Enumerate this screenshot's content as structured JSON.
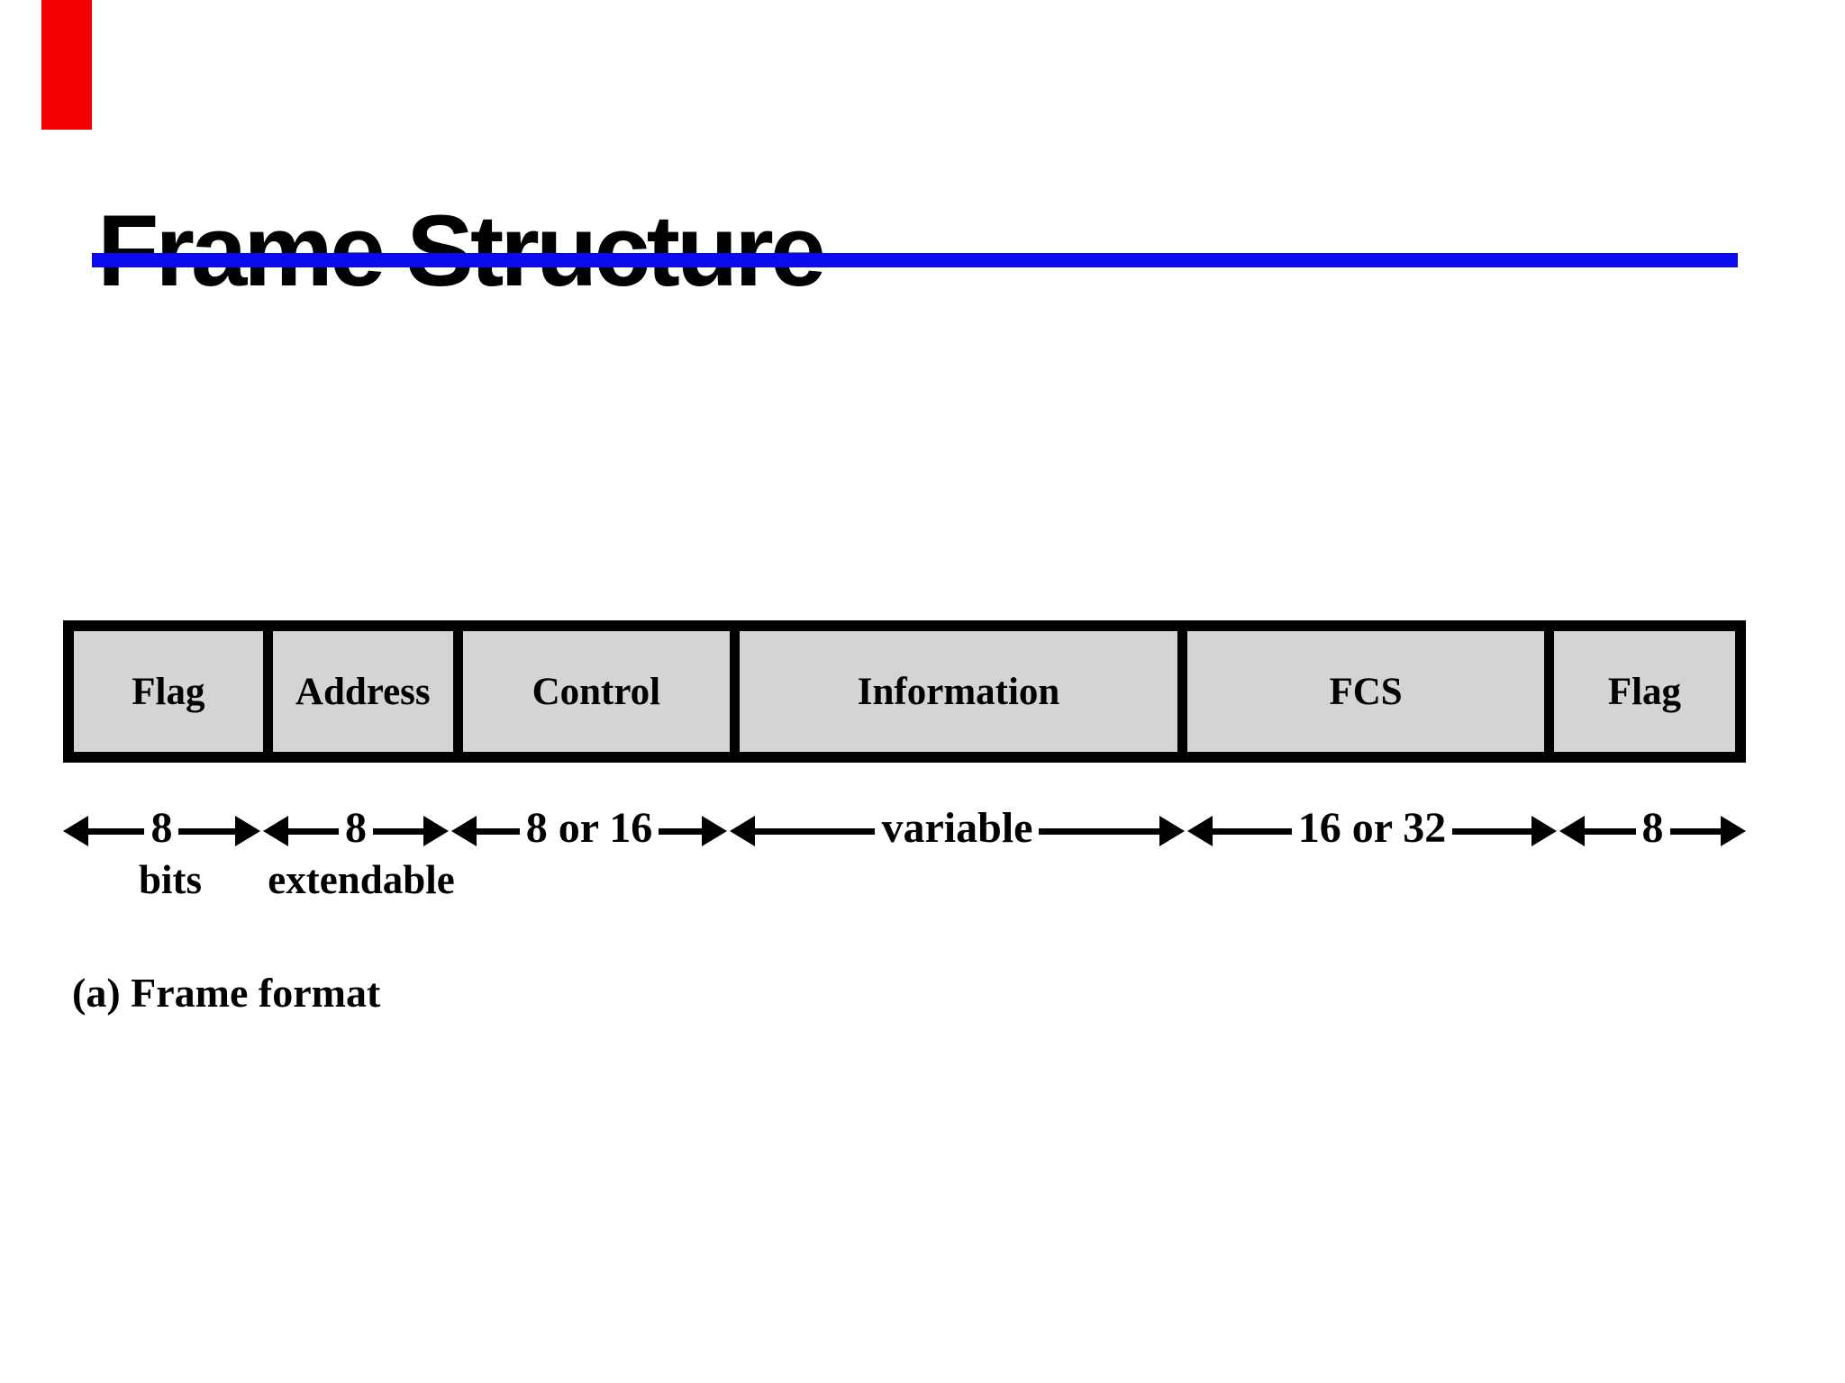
{
  "slide": {
    "title": "Frame Structure",
    "caption": "(a) Frame format"
  },
  "colors": {
    "accent_red": "#F40000",
    "rule_blue": "#0A0AF0",
    "box_fill": "#D4D4D4",
    "ink": "#000000"
  },
  "diagram": {
    "fields": [
      {
        "label": "Flag",
        "size_label": "8",
        "width_pct": 11.72
      },
      {
        "label": "Address",
        "size_label": "8",
        "width_pct": 11.19
      },
      {
        "label": "Control",
        "size_label": "8 or 16",
        "width_pct": 16.54
      },
      {
        "label": "Information",
        "size_label": "variable",
        "width_pct": 27.19
      },
      {
        "label": "FCS",
        "size_label": "16 or 32",
        "width_pct": 22.11
      },
      {
        "label": "Flag",
        "size_label": "8",
        "width_pct": 11.24
      }
    ],
    "unit_label_primary": "bits",
    "unit_label_secondary": "extendable"
  }
}
